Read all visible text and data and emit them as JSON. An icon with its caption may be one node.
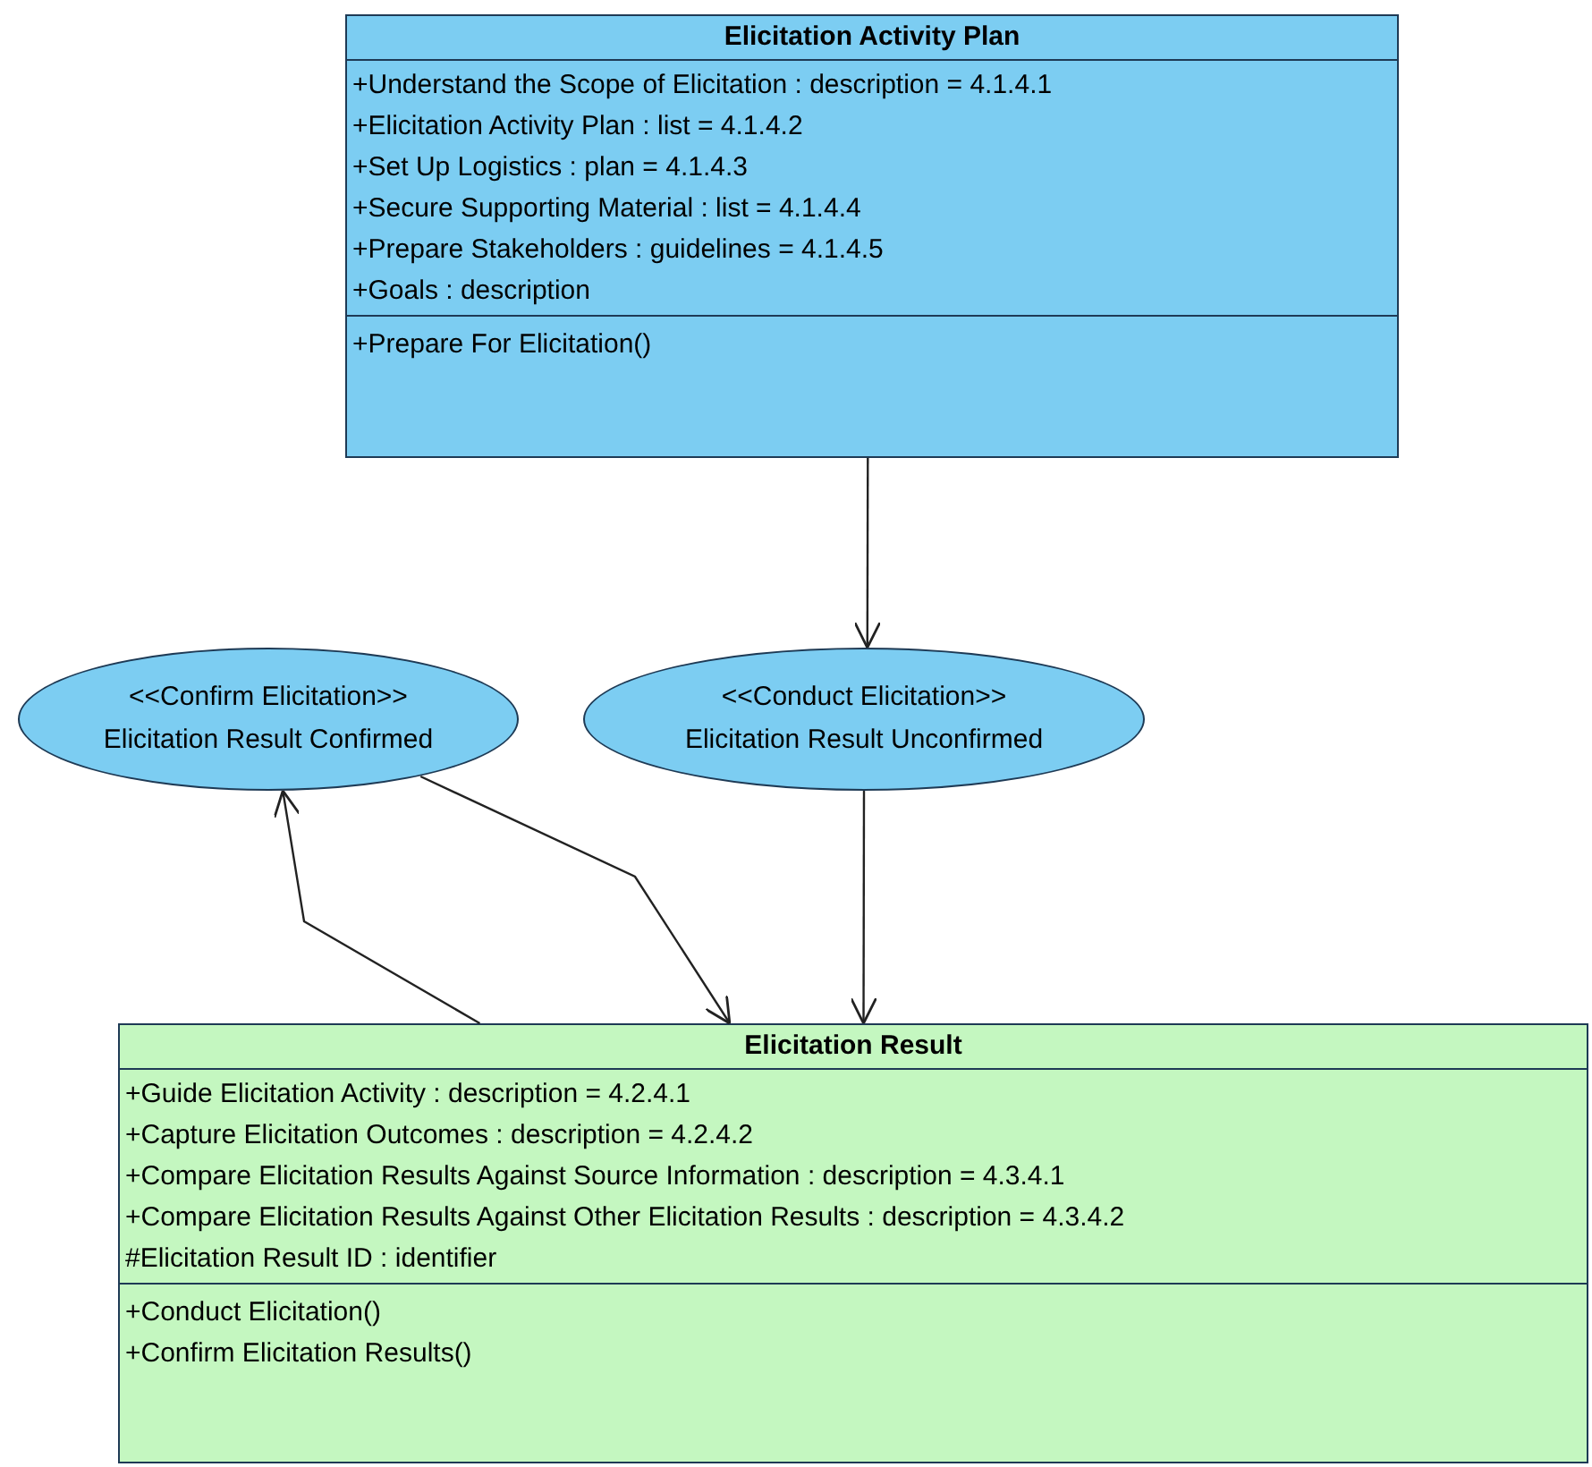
{
  "diagram": {
    "nodes": [
      {
        "text": [
          "Elicitation Activity Plan",
          "+Understand the Scope of Elicitation : description = 4.1.4.1",
          "+Elicitation Activity Plan : list = 4.1.4.2",
          "+Set Up Logistics : plan = 4.1.4.3",
          "+Secure Supporting Material : list = 4.1.4.4",
          "+Prepare Stakeholders : guidelines = 4.1.4.5",
          "+Goals : description",
          "+Prepare For Elicitation()"
        ]
      },
      {
        "text": [
          "<<Confirm Elicitation>>",
          "Elicitation Result Confirmed"
        ]
      },
      {
        "text": [
          "<<Conduct Elicitation>>",
          "Elicitation Result Unconfirmed"
        ]
      },
      {
        "text": [
          "Elicitation Result",
          "+Guide Elicitation Activity : description = 4.2.4.1",
          "+Capture Elicitation Outcomes : description = 4.2.4.2",
          "+Compare Elicitation Results Against Source Information : description = 4.3.4.1",
          "+Compare Elicitation Results Against Other Elicitation Results : description = 4.3.4.2",
          "#Elicitation Result ID : identifier",
          "+Conduct Elicitation()",
          "+Confirm Elicitation Results()"
        ]
      }
    ],
    "edges": [
      {
        "from": 0,
        "to": 2,
        "arrow": "to"
      },
      {
        "from": 2,
        "to": 3,
        "arrow": "to"
      },
      {
        "from": 1,
        "to": 3,
        "arrow": "to"
      },
      {
        "from": 3,
        "to": 1,
        "arrow": "to"
      }
    ]
  }
}
